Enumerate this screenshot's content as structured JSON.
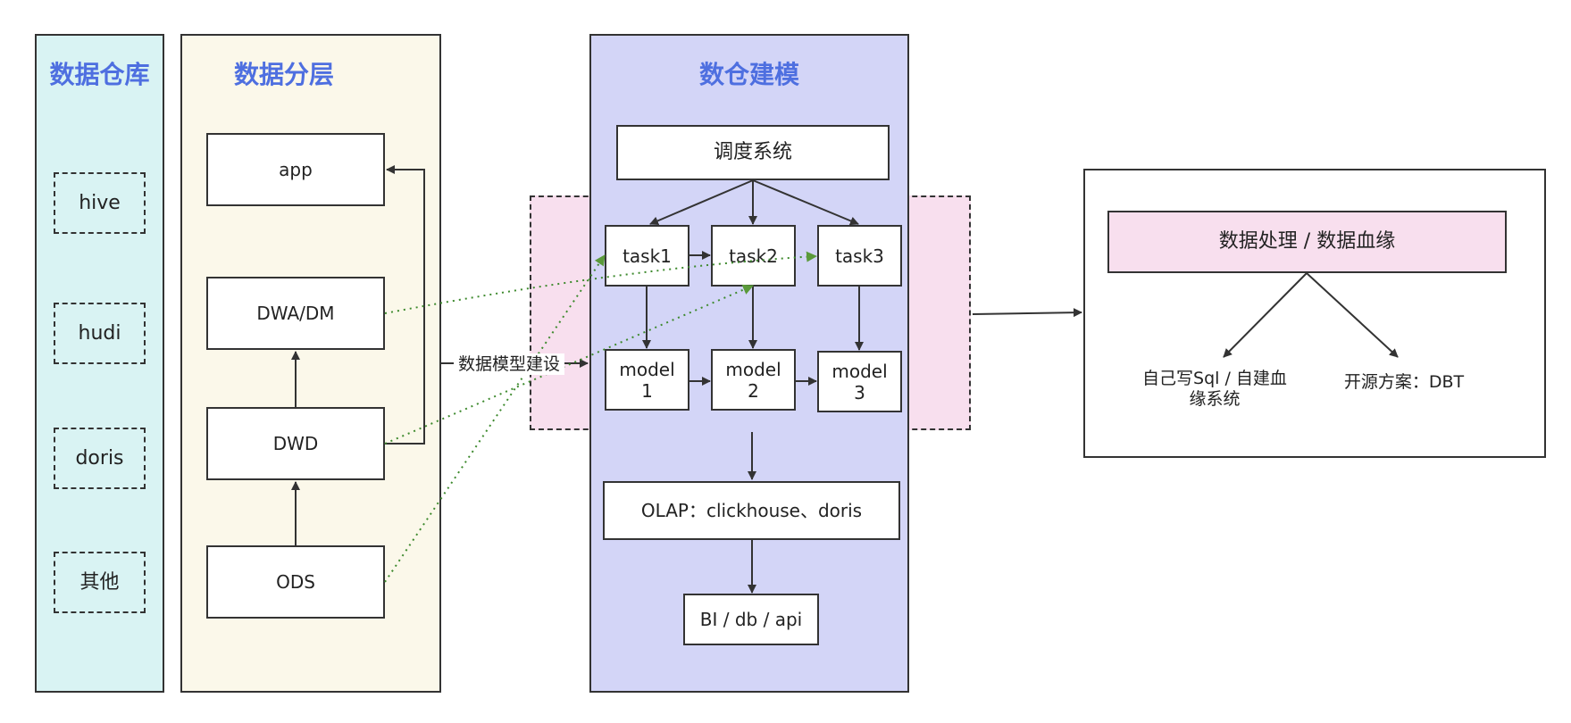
{
  "warehouse": {
    "title": "数据仓库",
    "items": [
      "hive",
      "hudi",
      "doris",
      "其他"
    ]
  },
  "layers": {
    "title": "数据分层",
    "app": "app",
    "dwa": "DWA/DM",
    "dwd": "DWD",
    "ods": "ODS"
  },
  "modeling": {
    "title": "数仓建模",
    "scheduler": "调度系统",
    "tasks": [
      "task1",
      "task2",
      "task3"
    ],
    "models": [
      "model\n1",
      "model\n2",
      "model\n3"
    ],
    "olap": "OLAP：clickhouse、doris",
    "output": "BI / db / api"
  },
  "build_label": "数据模型建设",
  "lineage": {
    "title": "数据处理 / 数据血缘",
    "self_built": "自己写Sql / 自建血缘系统",
    "open_source": "开源方案：DBT"
  },
  "colors": {
    "warehouse_bg": "#d9f3f3",
    "layers_bg": "#fbf8ea",
    "modeling_bg": "#d3d5f7",
    "pink": "#f8dfee",
    "title_blue": "#4e6fe0",
    "green_link": "#3e8a2e"
  }
}
